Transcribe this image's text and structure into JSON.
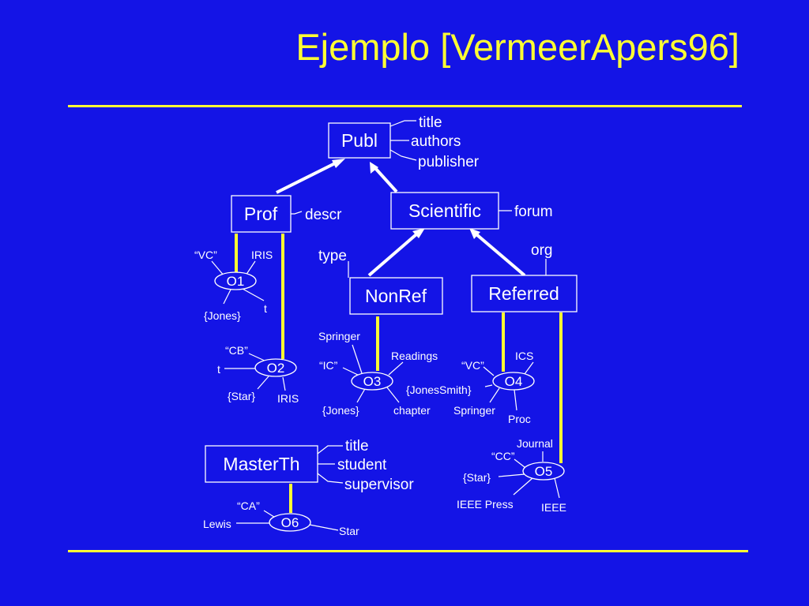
{
  "title": "Ejemplo [VermeerApers96]",
  "colors": {
    "background": "#1414e6",
    "accent": "#ffff33",
    "foreground": "#ffffff"
  },
  "classes": {
    "publ": "Publ",
    "prof": "Prof",
    "scientific": "Scientific",
    "nonref": "NonRef",
    "referred": "Referred",
    "masterth": "MasterTh"
  },
  "attributes": {
    "publ": [
      "title",
      "authors",
      "publisher"
    ],
    "prof": [
      "descr"
    ],
    "scientific": [
      "forum"
    ],
    "nonref": [
      "type"
    ],
    "referred": [
      "org"
    ],
    "masterth": [
      "title",
      "student",
      "supervisor"
    ]
  },
  "objects": {
    "o1": {
      "name": "O1",
      "values": [
        "“VC”",
        "IRIS",
        "{Jones}",
        "t"
      ]
    },
    "o2": {
      "name": "O2",
      "values": [
        "“CB”",
        "t",
        "{Star}",
        "IRIS"
      ]
    },
    "o3": {
      "name": "O3",
      "values": [
        "Springer",
        "“IC”",
        "Readings",
        "{Jones}",
        "chapter"
      ]
    },
    "o4": {
      "name": "O4",
      "values": [
        "“VC”",
        "ICS",
        "{JonesSmith}",
        "Springer",
        "Proc"
      ]
    },
    "o5": {
      "name": "O5",
      "values": [
        "Journal",
        "“CC”",
        "{Star}",
        "IEEE Press",
        "IEEE"
      ]
    },
    "o6": {
      "name": "O6",
      "values": [
        "“CA”",
        "Lewis",
        "Star"
      ]
    }
  }
}
